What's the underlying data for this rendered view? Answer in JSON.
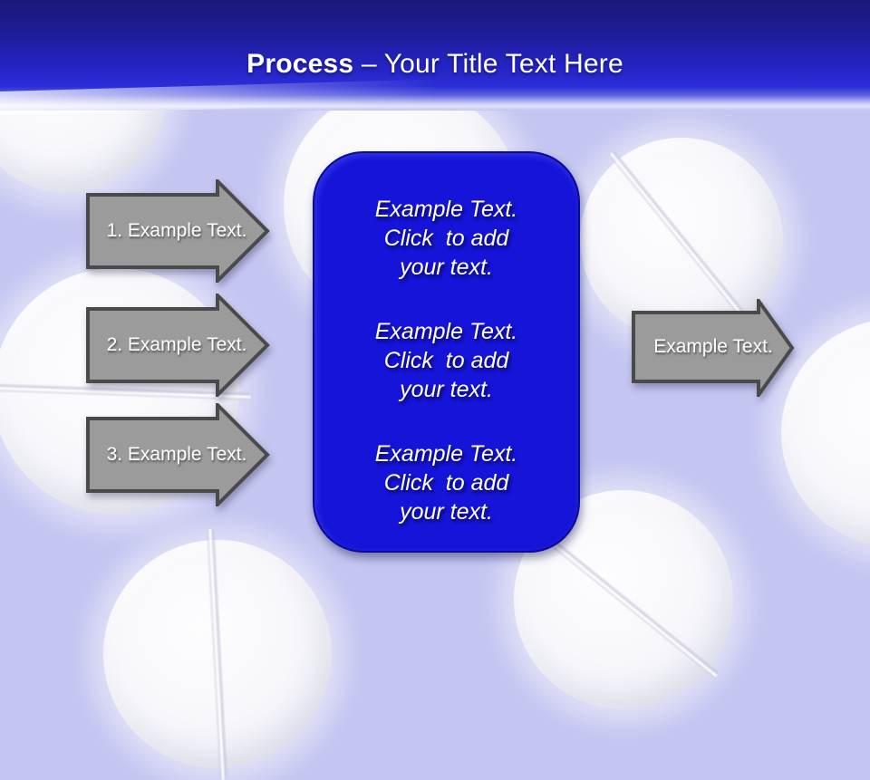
{
  "slide": {
    "title": {
      "bold": "Process",
      "rest": "– Your Title Text Here"
    }
  },
  "arrows": {
    "left": [
      {
        "label": "1. Example Text."
      },
      {
        "label": "2. Example Text."
      },
      {
        "label": "3. Example Text."
      }
    ],
    "right": {
      "label": "Example Text."
    }
  },
  "center_box": {
    "items": [
      {
        "text": "Example Text.\nClick  to add\nyour text."
      },
      {
        "text": "Example Text.\nClick  to add\nyour text."
      },
      {
        "text": "Example Text.\nClick  to add\nyour text."
      }
    ]
  },
  "colors": {
    "header_gradient_top": "#1b1878",
    "header_gradient_mid": "#2524c6",
    "background_lavender": "#c4c5f1",
    "box_blue": "#1514d8",
    "box_border": "#0b0a96",
    "arrow_gray": "#9b9b9b",
    "arrow_border_gray": "#4a4a4a",
    "text_white": "#ffffff"
  }
}
